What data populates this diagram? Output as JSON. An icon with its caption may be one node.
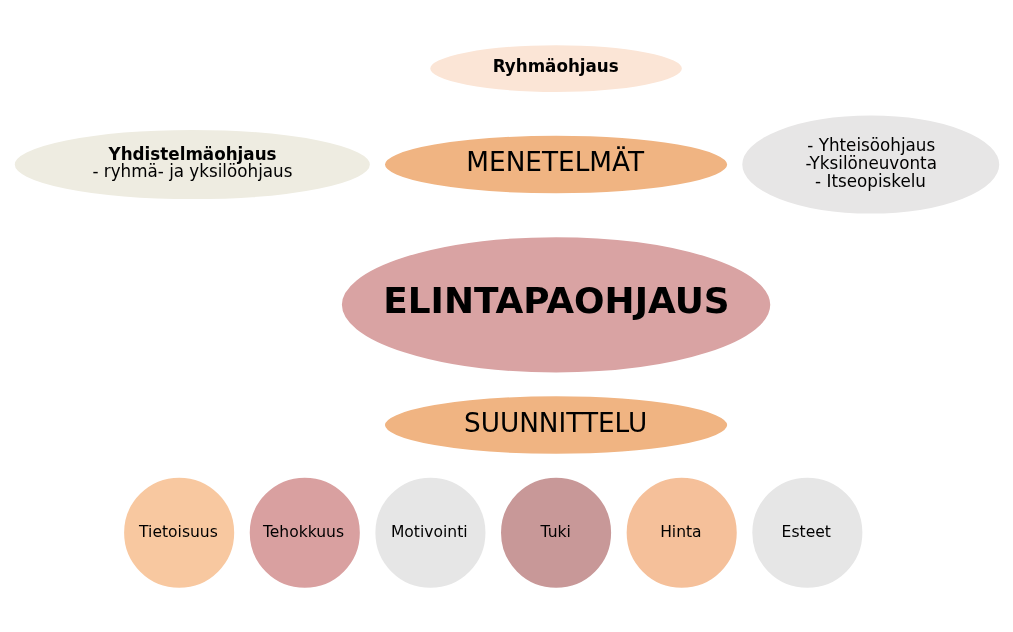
{
  "diagram": {
    "nodes": [
      {
        "text": [
          "Ryhmäohjaus"
        ]
      },
      {
        "text": [
          "Yhdistelmäohjaus",
          "- ryhmä- ja yksilöohjaus"
        ]
      },
      {
        "text": [
          "- Yhteisöohjaus",
          "-Yksilöneuvonta",
          "- Itseopiskelu"
        ]
      },
      {
        "text": [
          "MENETELMÄT"
        ]
      },
      {
        "text": [
          "ELINTAPAOHJAUS"
        ]
      },
      {
        "text": [
          "SUUNNITTELU"
        ]
      },
      {
        "text": [
          "Tietoisuus"
        ]
      },
      {
        "text": [
          "Tehokkuus"
        ]
      },
      {
        "text": [
          "Motivointi"
        ]
      },
      {
        "text": [
          "Tuki"
        ]
      },
      {
        "text": [
          "Hinta"
        ]
      },
      {
        "text": [
          "Esteet"
        ]
      }
    ],
    "edges": []
  }
}
